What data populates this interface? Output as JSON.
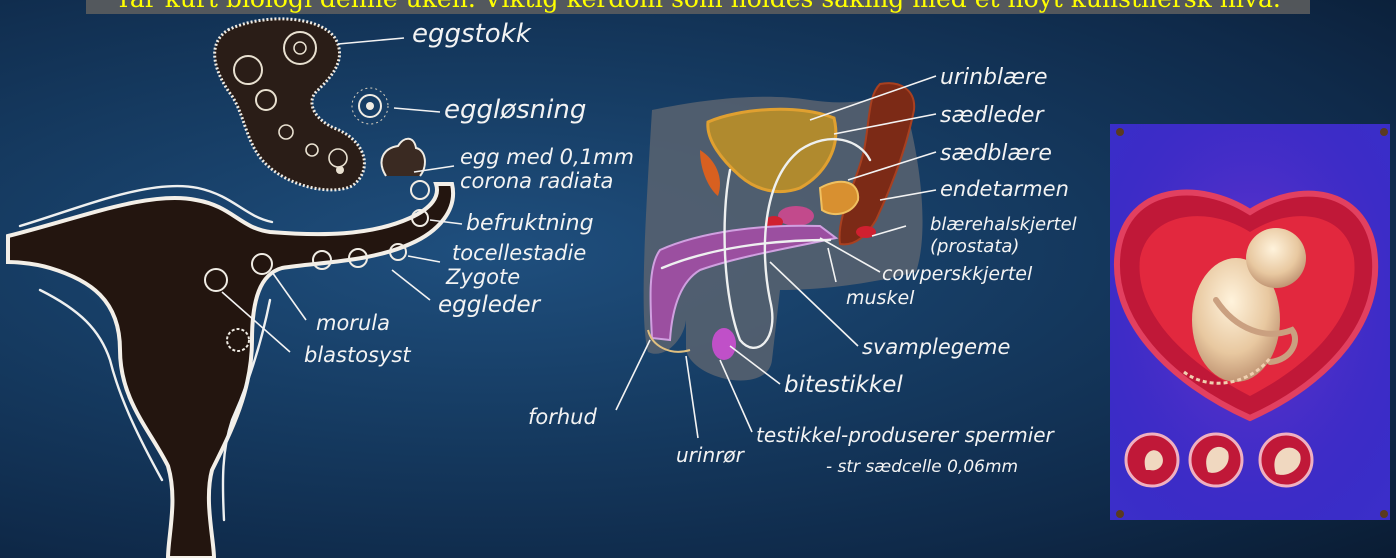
{
  "caption": "Tar kurt biologi denne uken. Viktig kerdom som holdes saking med et noyt kunstnersk niva.",
  "female_labels": {
    "eggstokk": "eggstokk",
    "egglosning": "eggløsning",
    "egg_line1": "egg med 0,1mm",
    "egg_line2": "corona radiata",
    "befruktning": "befruktning",
    "tocellestadie": "tocellestadie",
    "zygote": "Zygote",
    "eggleder": "eggleder",
    "morula": "morula",
    "blastosyst": "blastosyst"
  },
  "male_labels": {
    "urinblaere": "urinblære",
    "saedleder": "sædleder",
    "saedblaere": "sædblære",
    "endetarmen": "endetarmen",
    "prostata_line1": "blærehalskjertel",
    "prostata_line2": "(prostata)",
    "cowper": "cowperskkjertel",
    "muskel": "muskel",
    "svamplegeme": "svamplegeme",
    "bitestikkel": "bitestikkel",
    "forhud": "forhud",
    "urinror": "urinrør",
    "testikkel": "testikkel-produserer spermier",
    "saedcelle": "- str sædcelle 0,06mm"
  },
  "colors": {
    "board": "#163c63",
    "caption_bar": "#5f5f5f",
    "caption_text": "#ffff00",
    "chalk": "#eef0f0",
    "uterus_dark": "#2a1d17",
    "poster_blue": "#3b2ec9",
    "poster_red": "#d0203a"
  }
}
